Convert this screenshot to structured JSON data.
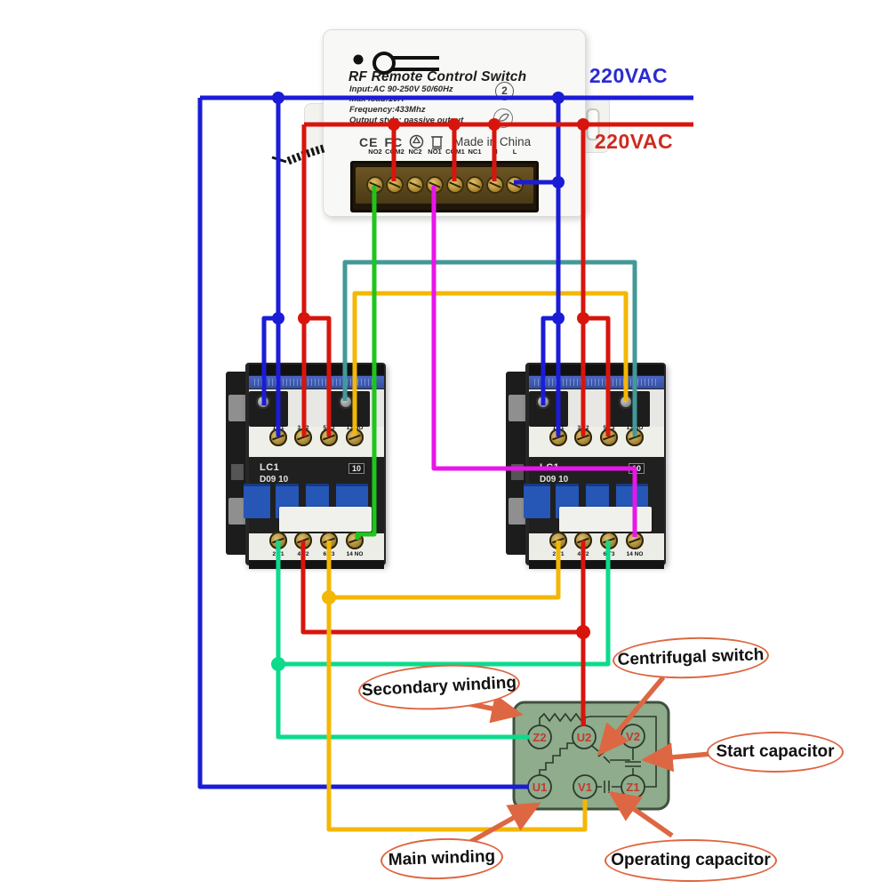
{
  "supply": {
    "line1": "220VAC",
    "line2": "220VAC"
  },
  "rf_switch": {
    "title": "RF Remote Control Switch",
    "specs": [
      "Input:AC 90-250V 50/60Hz",
      "Max load:10A",
      "Frequency:433Mhz",
      "Output style: passive output"
    ],
    "badge": "2",
    "cert_ce": "CE",
    "cert_fcc": "FC",
    "made_in": "Made in China",
    "terminals": [
      "NO2",
      "COM2",
      "NC2",
      "NO1",
      "COM1",
      "NC1",
      "N",
      "L"
    ]
  },
  "contactors": {
    "brand": "LC1",
    "model": "D09 10",
    "aux": "10",
    "top_terminals": [
      "1 L1",
      "3 L2",
      "5 L3",
      "13 NO"
    ],
    "bottom_terminals": [
      "2 T1",
      "4 T2",
      "6 T3",
      "14 NO"
    ]
  },
  "motor_box": {
    "terminals": [
      "Z2",
      "U2",
      "V2",
      "U1",
      "V1",
      "Z1"
    ]
  },
  "annotations": [
    "Secondary winding",
    "Centrifugal switch",
    "Start capacitor",
    "Main winding",
    "Operating capacitor"
  ],
  "colors": {
    "wire_blue": "#1b1cd6",
    "wire_red": "#d8150d",
    "wire_green": "#1ec51d",
    "wire_spring": "#0bdb8b",
    "wire_magenta": "#e816e8",
    "wire_teal": "#43989a",
    "wire_yellow": "#f3b705",
    "annotation": "#dd6742",
    "vac_blue": "#2b2bd0",
    "vac_red": "#cf2a1f",
    "contactor_blue": "#2656b6",
    "motor_box_fill": "#8fac8c"
  }
}
